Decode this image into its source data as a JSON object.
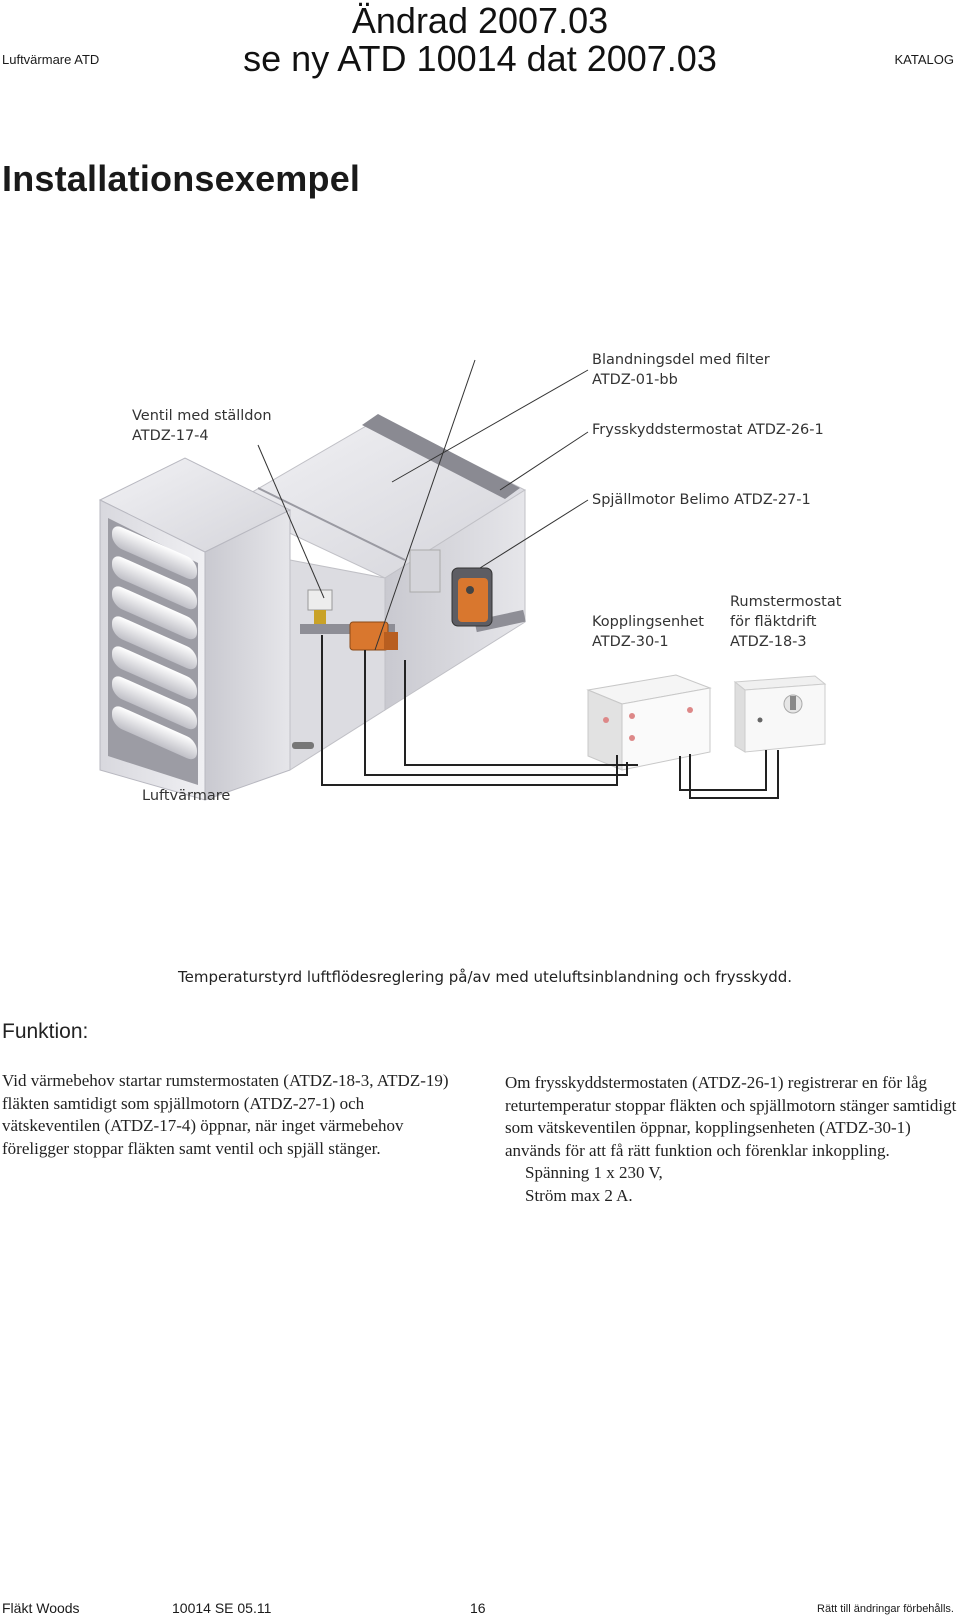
{
  "header": {
    "left": "Luftvärmare ATD",
    "right": "KATALOG",
    "stamp_line1": "Ändrad 2007.03",
    "stamp_line2": "se ny ATD 10014 dat 2007.03"
  },
  "title": "Installationsexempel",
  "figure": {
    "labels": {
      "blandningsdel_1": "Blandningsdel med filter",
      "blandningsdel_2": "ATDZ-01-bb",
      "ventil_1": "Ventil med ställdon",
      "ventil_2": "ATDZ-17-4",
      "frysskydd": "Frysskyddstermostat ATDZ-26-1",
      "spjallmotor": "Spjällmotor Belimo ATDZ-27-1",
      "koppling_1": "Kopplingsenhet",
      "koppling_2": "ATDZ-30-1",
      "rumstermostat_1": "Rumstermostat",
      "rumstermostat_2": "för fläktdrift",
      "rumstermostat_3": "ATDZ-18-3",
      "luftvarmare": "Luftvärmare"
    },
    "caption": "Temperaturstyrd luftflödesreglering på/av med uteluftsinblandning och frysskydd."
  },
  "function": {
    "heading": "Funktion:",
    "col1": "Vid värmebehov startar rumstermostaten (ATDZ-18-3, ATDZ-19) fläkten samtidigt som spjällmotorn (ATDZ-27-1) och vätskeventilen (ATDZ-17-4) öppnar, när inget värmebehov föreligger stoppar fläkten samt ventil och spjäll stänger.",
    "col2": "Om frysskyddstermostaten (ATDZ-26-1) registrerar en för låg returtemperatur stoppar fläkten och spjällmotorn stänger samtidigt som vätskeventilen öppnar, kopplingsenheten (ATDZ-30-1) används för att få rätt funktion och förenklar inkoppling.",
    "spanning": "Spänning 1 x 230 V,",
    "strom": "Ström max 2 A."
  },
  "footer": {
    "company": "Fläkt Woods",
    "doc": "10014 SE 05.11",
    "page": "16",
    "rights": "Rätt till ändringar förbehålls."
  },
  "colors": {
    "unit_light": "#e6e6ea",
    "unit_dark": "#b9b9c0",
    "motor_orange": "#d9772e",
    "wire": "#222222"
  }
}
